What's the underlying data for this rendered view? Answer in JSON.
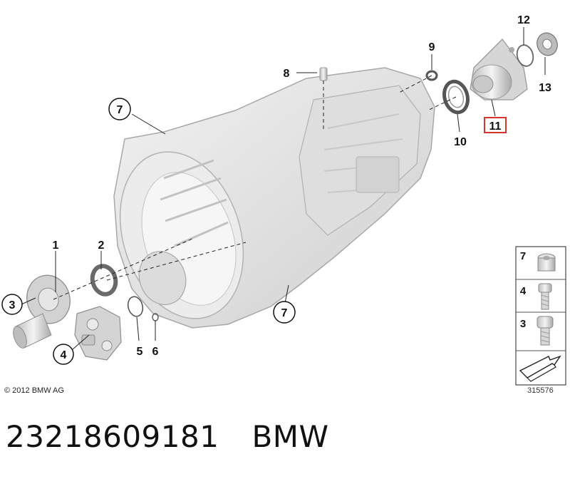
{
  "callouts": {
    "c1": "1",
    "c2": "2",
    "c3": "3",
    "c4": "4",
    "c5": "5",
    "c6": "6",
    "c7a": "7",
    "c7b": "7",
    "c8": "8",
    "c9": "9",
    "c10": "10",
    "c11": "11",
    "c12": "12",
    "c13": "13"
  },
  "legend": {
    "item1": "7",
    "item2": "4",
    "item3": "3"
  },
  "copyright": "© 2012 BMW AG",
  "reference_number": "315576",
  "caption": {
    "part_number": "23218609181",
    "brand": "BMW"
  },
  "colors": {
    "highlight": "#d9342b",
    "part_fill": "#e4e4e4",
    "part_stroke": "#a8a8a8"
  }
}
